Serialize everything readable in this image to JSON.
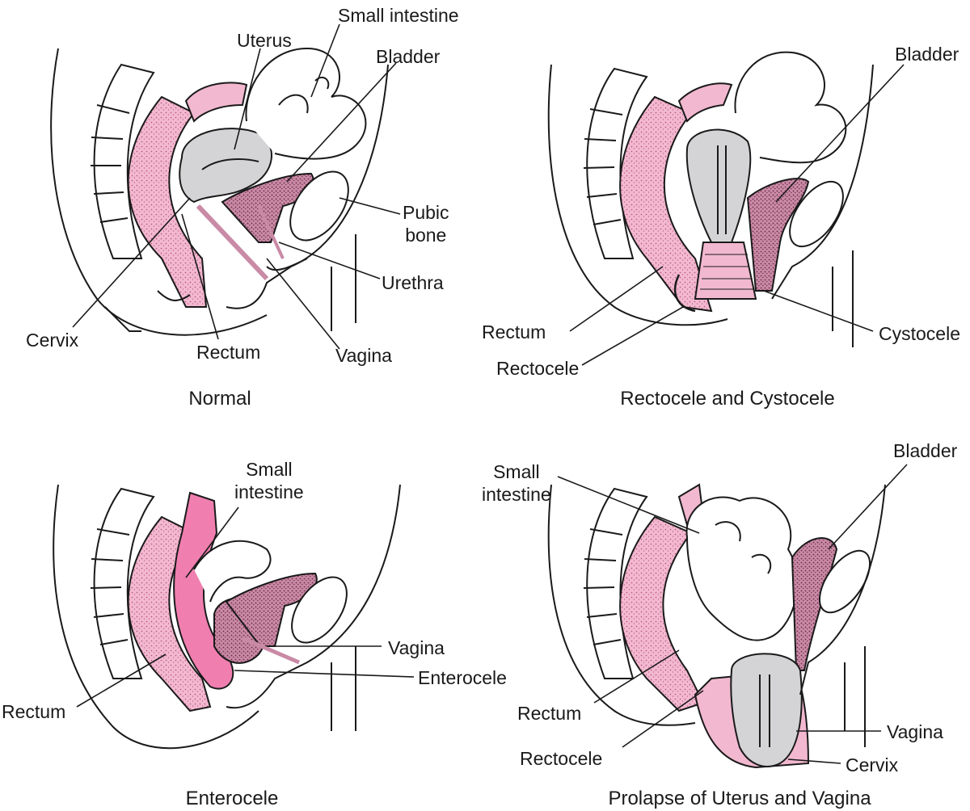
{
  "panels": [
    {
      "caption": "Normal",
      "labels": {
        "small_intestine": "Small intestine",
        "uterus": "Uterus",
        "bladder": "Bladder",
        "pubic_bone": "Pubic\nbone",
        "urethra": "Urethra",
        "cervix": "Cervix",
        "rectum": "Rectum",
        "vagina": "Vagina"
      }
    },
    {
      "caption": "Rectocele and Cystocele",
      "labels": {
        "bladder": "Bladder",
        "rectum": "Rectum",
        "rectocele": "Rectocele",
        "cystocele": "Cystocele"
      }
    },
    {
      "caption": "Enterocele",
      "labels": {
        "small_intestine": "Small\nintestine",
        "vagina": "Vagina",
        "enterocele": "Enterocele",
        "rectum": "Rectum"
      }
    },
    {
      "caption": "Prolapse of Uterus and Vagina",
      "labels": {
        "small_intestine": "Small\nintestine",
        "bladder": "Bladder",
        "rectum": "Rectum",
        "rectocele": "Rectocele",
        "vagina": "Vagina",
        "cervix": "Cervix"
      }
    }
  ],
  "colors": {
    "pink_tissue": "#f2b8cf",
    "pink_dark": "#c96b8f",
    "uterus_gray": "#d4d4d6",
    "outline": "#1a1a1a"
  }
}
